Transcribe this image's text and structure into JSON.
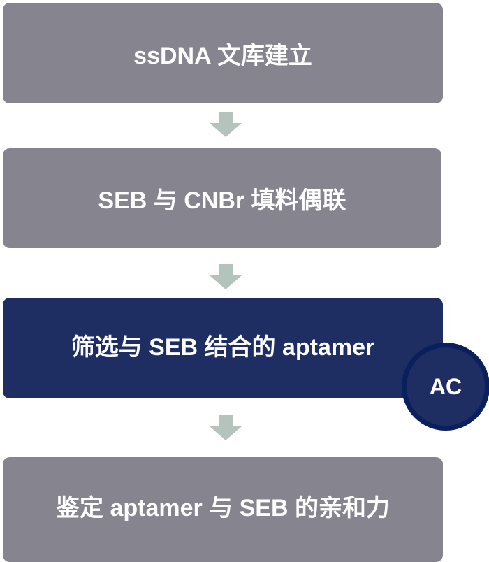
{
  "steps": [
    {
      "label": "ssDNA 文库建立"
    },
    {
      "label": "SEB 与 CNBr 填料偶联"
    },
    {
      "label": "筛选与 SEB 结合的 aptamer",
      "badge": "AC"
    },
    {
      "label": "鉴定 aptamer 与 SEB 的亲和力"
    }
  ],
  "colors": {
    "step": "#86848f",
    "highlight": "#1e2d62",
    "arrow": "#b4c4bc"
  }
}
